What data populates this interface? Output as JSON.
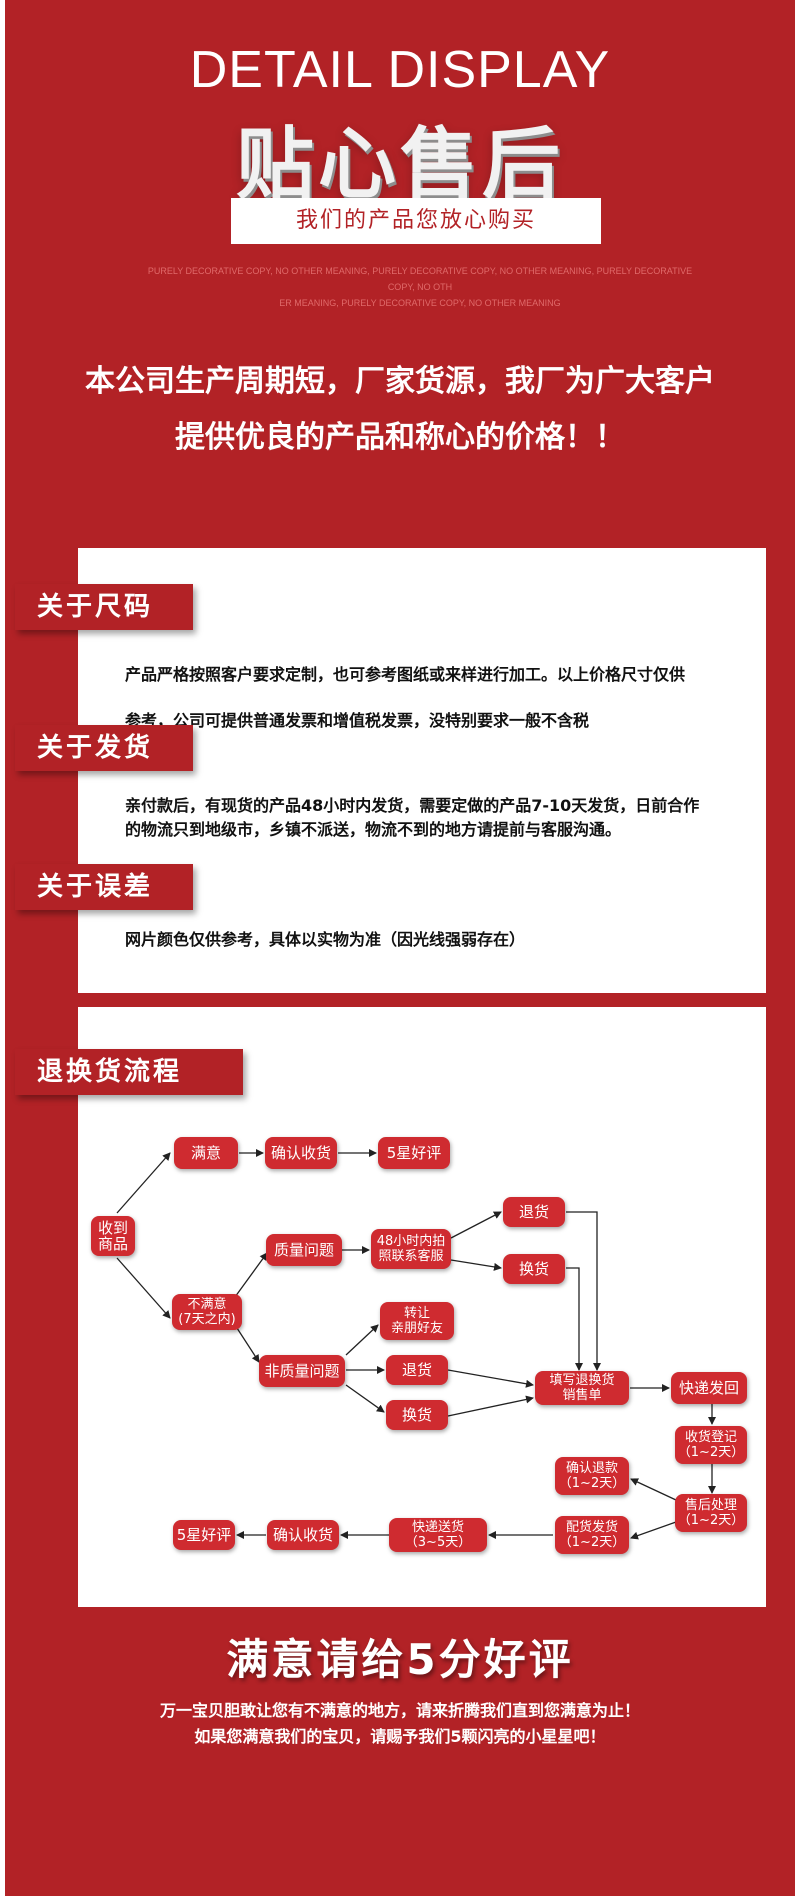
{
  "header": {
    "title_en": "DETAIL DISPLAY",
    "title_cn": "贴心售后",
    "slogan": "我们的产品您放心购买",
    "deco_line1": "PURELY DECORATIVE COPY, NO OTHER MEANING, PURELY DECORATIVE COPY, NO OTHER MEANING, PURELY DECORATIVE COPY, NO OTH",
    "deco_line2": "ER MEANING, PURELY DECORATIVE COPY, NO OTHER MEANING"
  },
  "intro": {
    "line1": "本公司生产周期短，厂家货源，我厂为广大客户",
    "line2": "提供优良的产品和称心的价格！！"
  },
  "sections": {
    "size": {
      "title": "关于尺码",
      "line1": "产品严格按照客户要求定制，也可参考图纸或来样进行加工。以上价格尺寸仅供",
      "line2": "参考，公司可提供普通发票和增值税发票，没特别要求一般不含税"
    },
    "shipping": {
      "title": "关于发货",
      "line1": "亲付款后，有现货的产品48小时内发货，需要定做的产品7-10天发货，日前合作",
      "line2": "的物流只到地级市，乡镇不派送，物流不到的地方请提前与客服沟通。"
    },
    "error": {
      "title": "关于误差",
      "line1": "网片颜色仅供参考，具体以实物为准（因光线强弱存在）"
    }
  },
  "flow": {
    "title": "退换货流程",
    "nodes": {
      "received": "收到\n商品",
      "satisfied": "满意",
      "confirm_top": "确认收货",
      "rating_top": "5星好评",
      "unsatisfied": "不满意\n(7天之内)",
      "quality": "质量问题",
      "contact48": "48小时内拍\n照联系客服",
      "return_top": "退货",
      "exchange_top": "换货",
      "non_quality": "非质量问题",
      "transfer": "转让\n亲朋好友",
      "return_mid": "退货",
      "exchange_mid": "换货",
      "fill_form": "填写退换货\n销售单",
      "express_back": "快递发回",
      "receipt_reg": "收货登记\n（1~2天）",
      "after_sale": "售后处理\n（1~2天）",
      "confirm_refund": "确认退款\n（1~2天）",
      "pick_ship": "配货发货\n（1~2天）",
      "express_deliver": "快递送货\n（3~5天）",
      "confirm_bottom": "确认收货",
      "rating_bottom": "5星好评"
    }
  },
  "footer": {
    "title": "满意请给5分好评",
    "line1": "万一宝贝胆敢让您有不满意的地方，请来折腾我们直到您满意为止！",
    "line2": "如果您满意我们的宝贝，请赐予我们5颗闪亮的小星星吧！"
  },
  "colors": {
    "background": "#b22226",
    "node": "#cf2b30",
    "card": "#ffffff"
  }
}
